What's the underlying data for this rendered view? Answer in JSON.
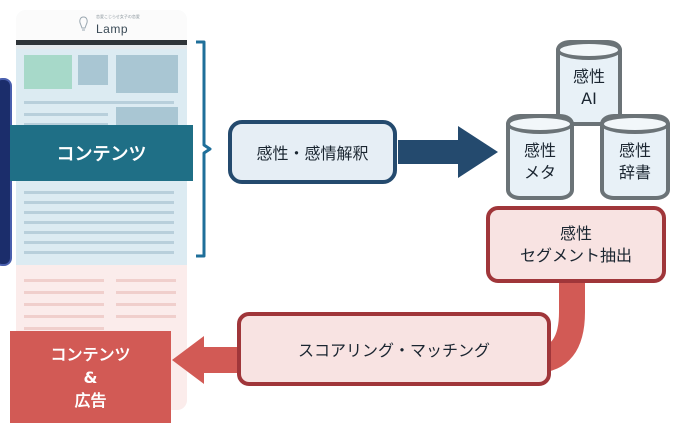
{
  "thumbnail": {
    "logo_text": "Lamp",
    "logo_tagline": "恋愛こじらせ女子の恋愛",
    "upper_tint": "#dcebf2",
    "lower_tint": "#fbeceb"
  },
  "diagram": {
    "content_label": "コンテンツ",
    "analysis_label": "感性・感情解釈",
    "db_ai": [
      "感性",
      "AI"
    ],
    "db_meta": [
      "感性",
      "メタ"
    ],
    "db_dict": [
      "感性",
      "辞書"
    ],
    "segment": [
      "感性",
      "セグメント抽出"
    ],
    "scoring_label": "スコアリング・マッチング",
    "output": [
      "コンテンツ",
      "&",
      "広告"
    ]
  },
  "colors": {
    "teal": "#1f6f86",
    "navy": "#244a6e",
    "red": "#d25a55",
    "dark_red": "#a0363a",
    "cylinder_border": "#6b7377"
  }
}
